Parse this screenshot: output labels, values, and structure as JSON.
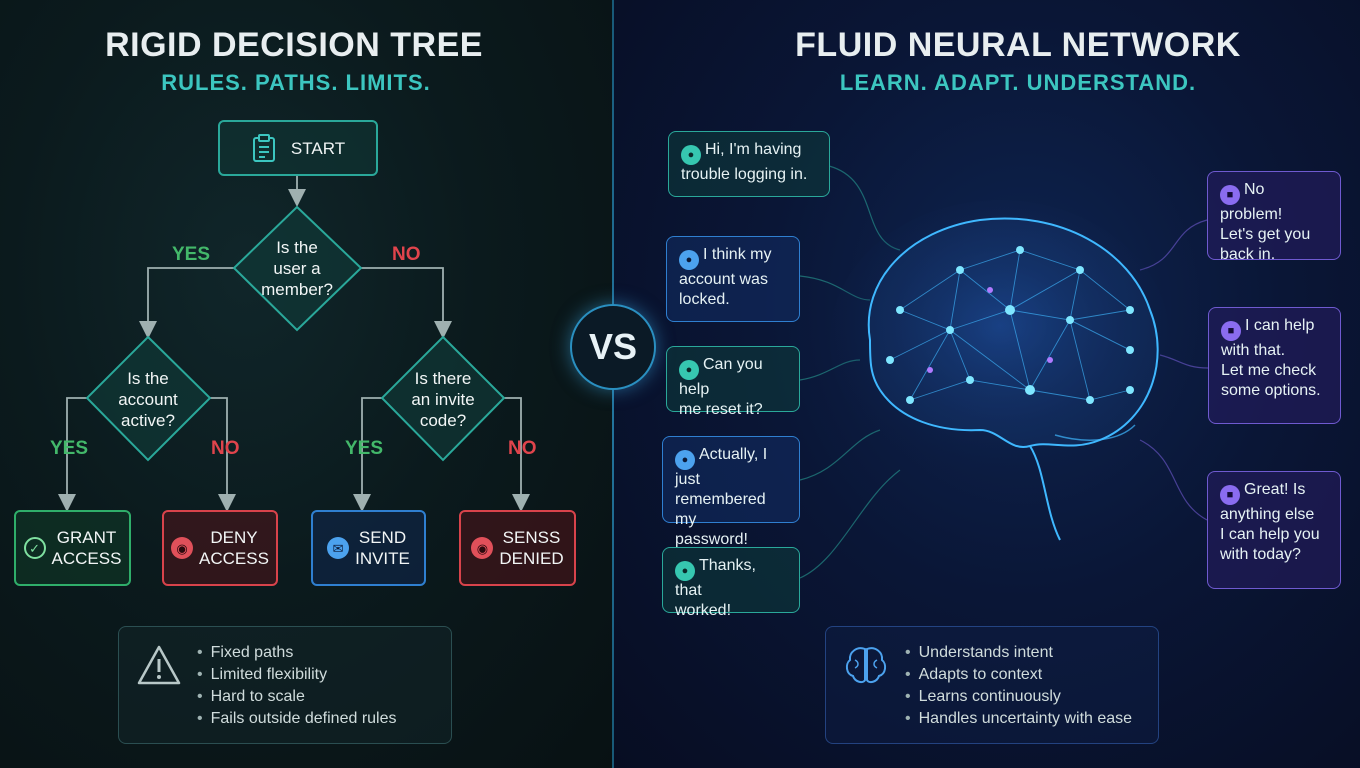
{
  "left": {
    "title": "RIGID DECISION TREE",
    "subtitle": "RULES. PATHS. LIMITS.",
    "start_label": "START",
    "q1": [
      "Is the",
      "user a",
      "member?"
    ],
    "q2": [
      "Is the",
      "account",
      "active?"
    ],
    "q3": [
      "Is there",
      "an invite",
      "code?"
    ],
    "yes": "YES",
    "no": "NO",
    "outcomes": [
      {
        "line1": "GRANT",
        "line2": "ACCESS",
        "icon": "check-circle-icon",
        "color": "#2fae6a"
      },
      {
        "line1": "DENY",
        "line2": "ACCESS",
        "icon": "lock-icon",
        "color": "#d8434b"
      },
      {
        "line1": "SEND",
        "line2": "INVITE",
        "icon": "mail-icon",
        "color": "#2f7fd0"
      },
      {
        "line1": "SENSS",
        "line2": "DENIED",
        "icon": "lock-icon",
        "color": "#d8434b"
      }
    ],
    "limits": [
      "Fixed paths",
      "Limited flexibility",
      "Hard to scale",
      "Fails outside defined rules"
    ],
    "warning_icon": "warning-triangle-icon"
  },
  "vs_label": "VS",
  "right": {
    "title": "FLUID NEURAL NETWORK",
    "subtitle": "LEARN. ADAPT. UNDERSTAND.",
    "user_messages": [
      [
        "Hi, I'm having",
        "trouble logging in."
      ],
      [
        "I think my",
        "account was",
        "locked."
      ],
      [
        "Can you help",
        "me reset it?"
      ],
      [
        "Actually, I just",
        "remembered my",
        "password!"
      ],
      [
        "Thanks, that",
        "worked!"
      ]
    ],
    "bot_messages": [
      [
        "No problem!",
        "Let's get you",
        "back in."
      ],
      [
        "I can help",
        "with that.",
        "Let me check",
        "some options."
      ],
      [
        "Great! Is",
        "anything else",
        "I can help you",
        "with today?"
      ]
    ],
    "strengths": [
      "Understands intent",
      "Adapts to context",
      "Learns continuously",
      "Handles uncertainty with ease"
    ],
    "brain_icon": "brain-icon"
  },
  "colors": {
    "teal": "#2aa89a",
    "subtitle_teal": "#3cc6c0",
    "yes_green": "#43b86a",
    "no_red": "#e0444c",
    "brain_blue": "#3fb8ff"
  }
}
